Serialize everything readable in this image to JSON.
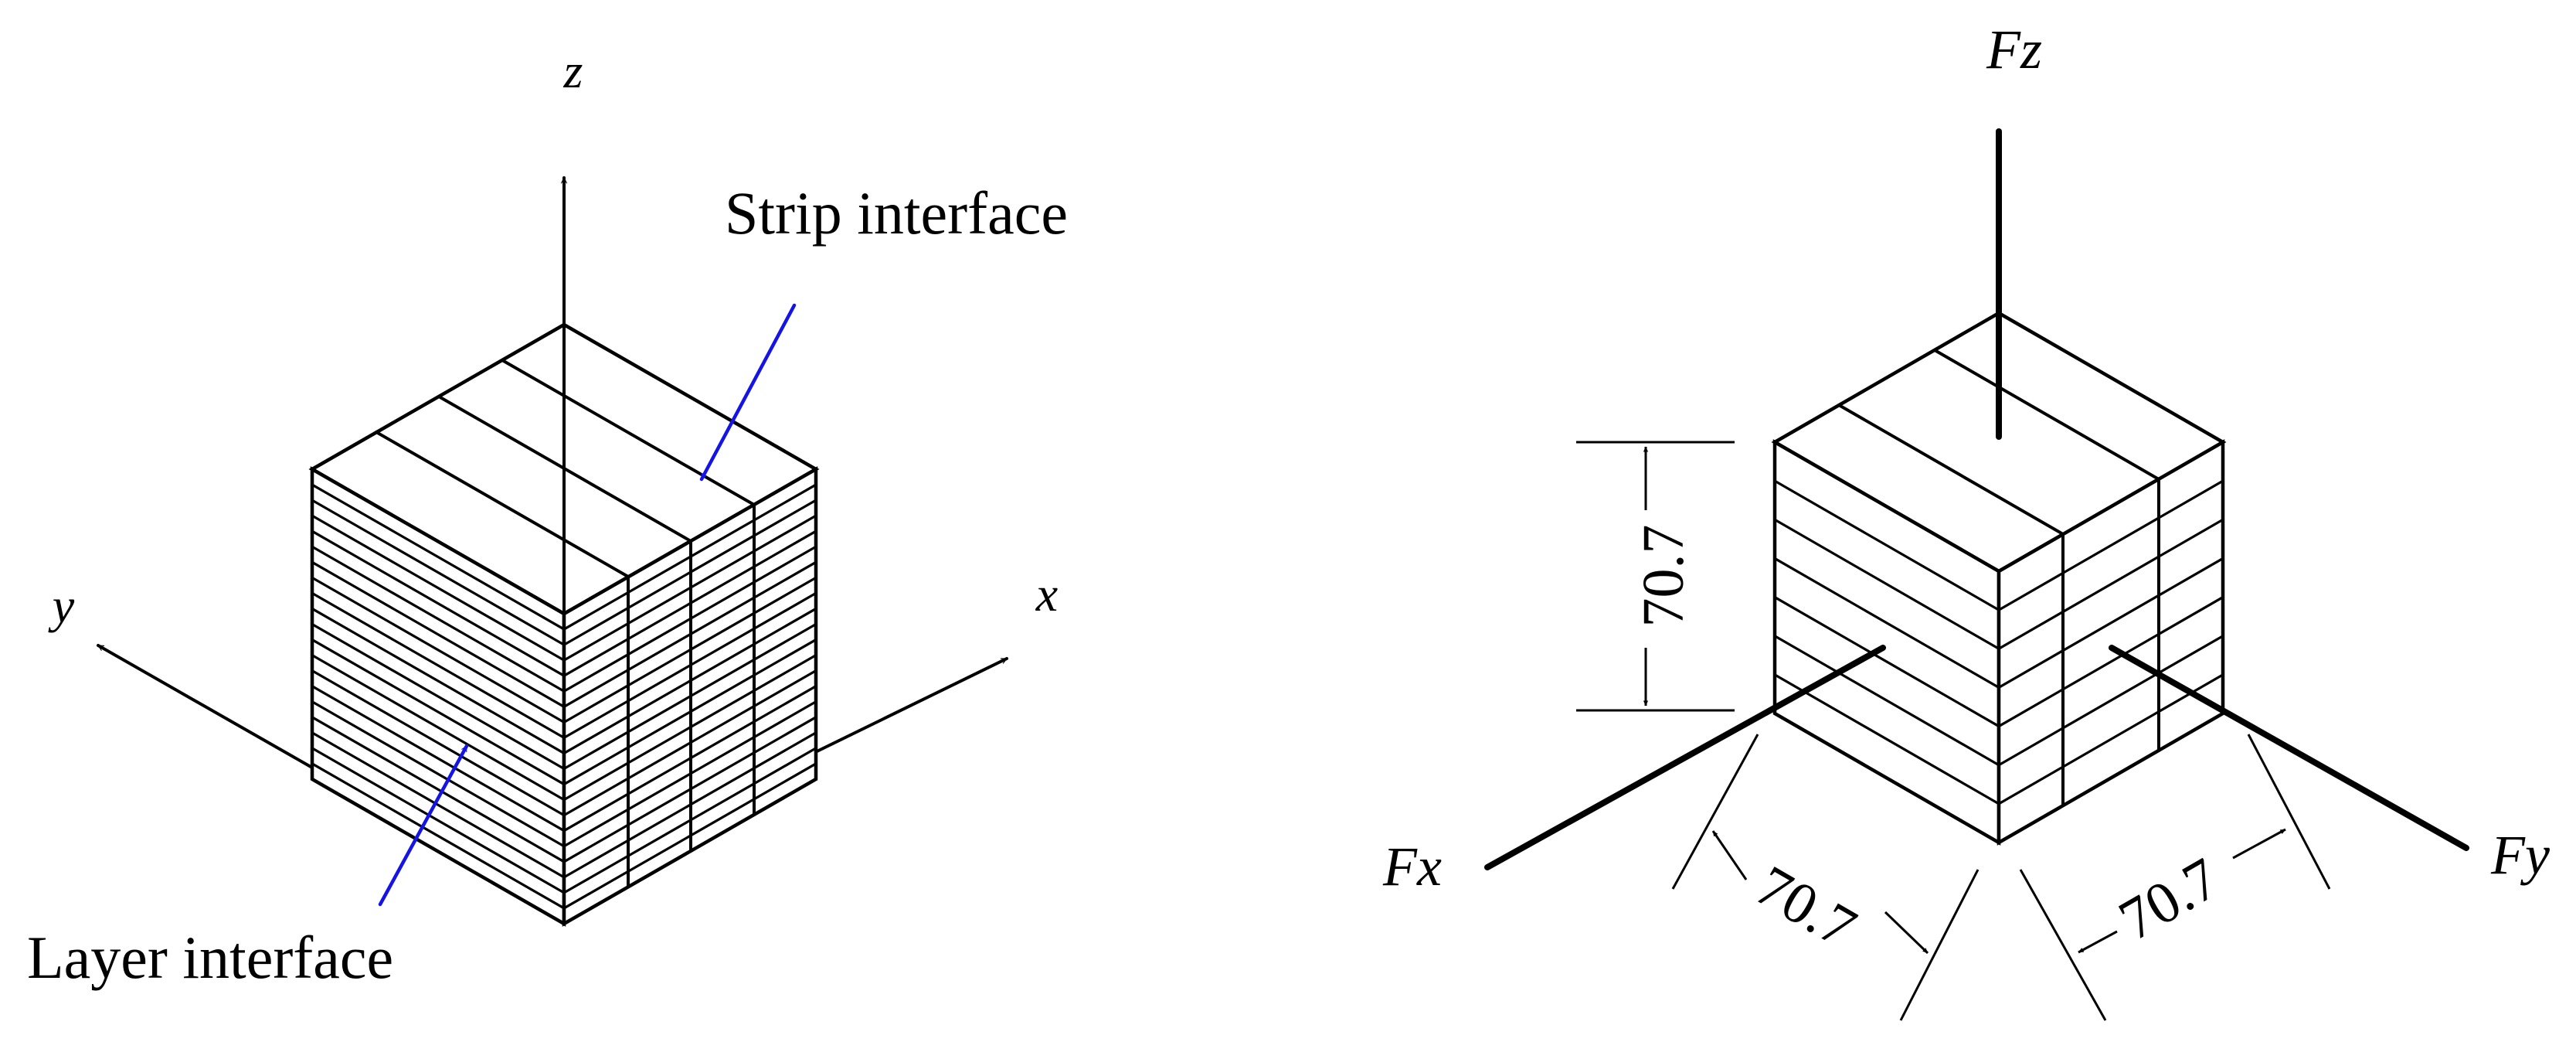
{
  "left_panel": {
    "axis_z": "z",
    "axis_x": "x",
    "axis_y": "y",
    "strip_label": "Strip interface",
    "layer_label": "Layer interface",
    "arrow_color": "#1414e6"
  },
  "right_panel": {
    "force_z": "Fz",
    "force_x": "Fx",
    "force_y": "Fy",
    "dim_height": "70.7",
    "dim_x": "70.7",
    "dim_y": "70.7"
  }
}
